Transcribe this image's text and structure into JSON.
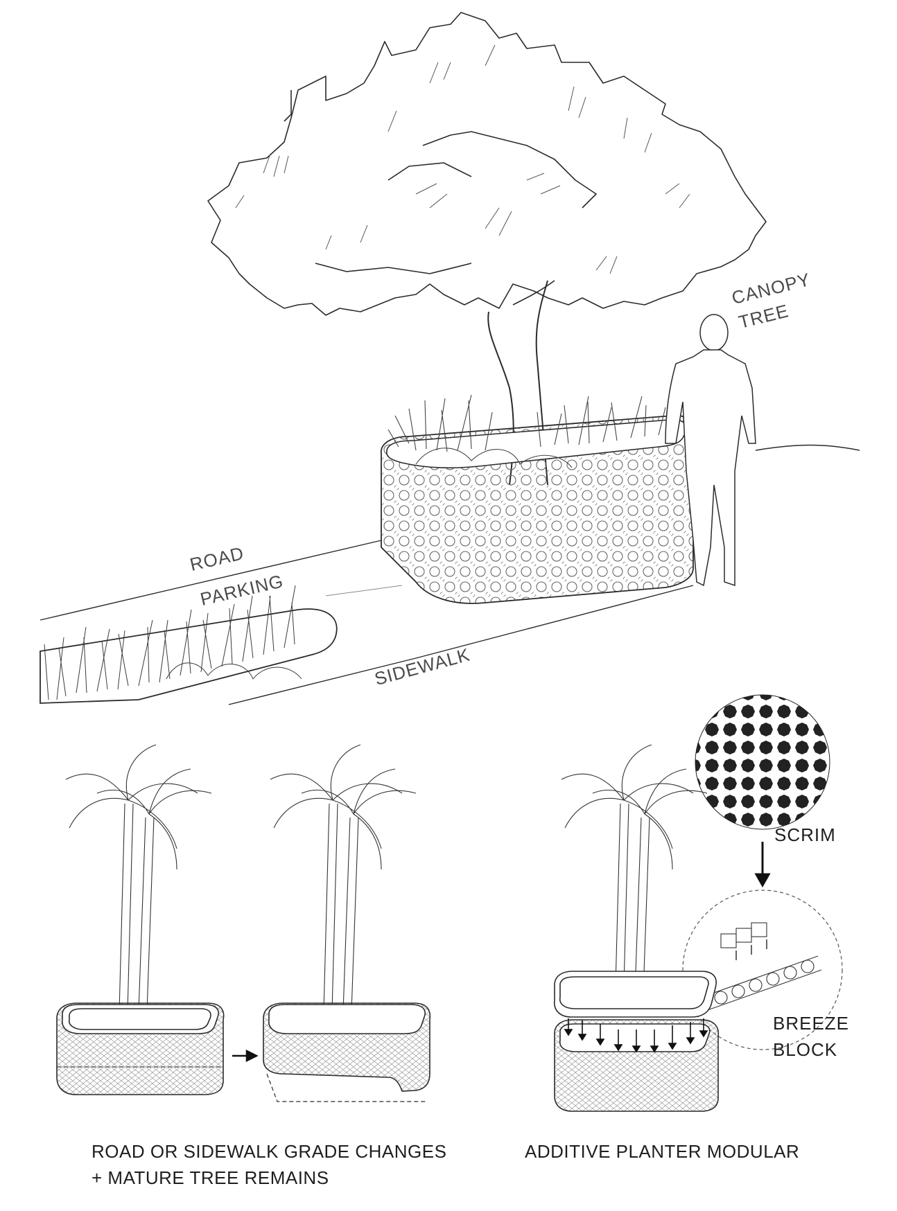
{
  "labels": {
    "canopy_tree_1": "CANOPY",
    "canopy_tree_2": "TREE",
    "road": "ROAD",
    "parking": "PARKING",
    "sidewalk": "SIDEWALK",
    "scrim": "SCRIM",
    "breeze_block_1": "BREEZE",
    "breeze_block_2": "BLOCK"
  },
  "captions": {
    "grade_line1": "ROAD OR SIDEWALK GRADE CHANGES",
    "grade_line2": "+ MATURE TREE REMAINS",
    "additive": "ADDITIVE PLANTER MODULAR"
  }
}
